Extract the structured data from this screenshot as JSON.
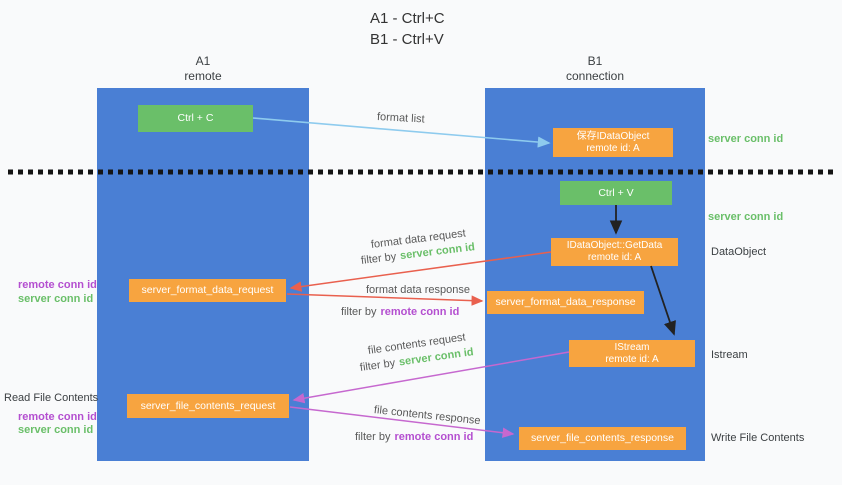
{
  "title": {
    "line1": "A1 - Ctrl+C",
    "line2": "B1 - Ctrl+V"
  },
  "lanes": {
    "a1": {
      "name": "A1",
      "sub": "remote"
    },
    "b1": {
      "name": "B1",
      "sub": "connection"
    }
  },
  "nodes": {
    "ctrl_c": {
      "label": "Ctrl + C"
    },
    "ctrl_v": {
      "label": "Ctrl + V"
    },
    "save_dataobject": {
      "line1": "保存IDataObject",
      "line2": "remote id: A"
    },
    "getdata": {
      "line1": "IDataObject::GetData",
      "line2": "remote id: A"
    },
    "istream": {
      "line1": "IStream",
      "line2": "remote id: A"
    },
    "format_request": {
      "label": "server_format_data_request"
    },
    "format_response": {
      "label": "server_format_data_response"
    },
    "file_request": {
      "label": "server_file_contents_request"
    },
    "file_response": {
      "label": "server_file_contents_response"
    }
  },
  "arrow_labels": {
    "format_list": "format list",
    "format_data_request": "format data request",
    "format_data_response": "format data response",
    "file_contents_request": "file contents request",
    "file_contents_response": "file contents response",
    "filter_by": "filter by"
  },
  "side_labels": {
    "server_conn_id": "server conn id",
    "remote_conn_id": "remote conn id",
    "dataobject": "DataObject",
    "istream": "Istream",
    "read_file_contents": "Read File Contents",
    "write_file_contents": "Write File Contents"
  },
  "colors": {
    "lane_blue": "#4a7fd4",
    "node_green": "#6abf69",
    "node_orange": "#f7a440",
    "arrow_lightblue": "#8ecbee",
    "arrow_red": "#e9604e",
    "arrow_magenta": "#c668cf",
    "text_green": "#6abf69",
    "text_purple": "#b44fd0",
    "separator_black": "#141414"
  }
}
